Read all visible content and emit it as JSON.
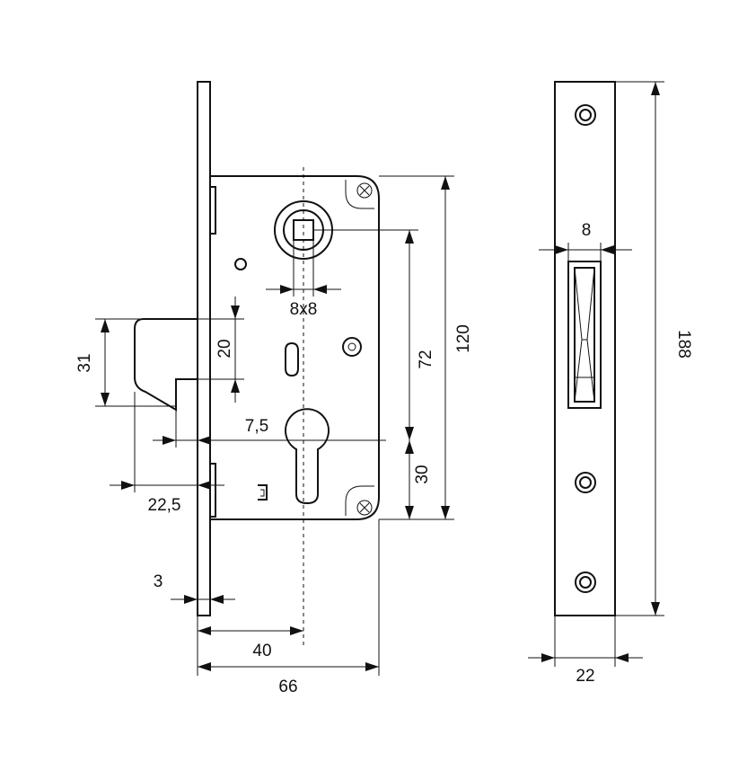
{
  "dimensions": {
    "spindle_square": "8x8",
    "latch_height": "31",
    "latch_offset": "20",
    "backset_cyl": "7,5",
    "latch_projection": "22,5",
    "faceplate_thickness": "3",
    "backset": "40",
    "case_depth": "66",
    "centre_distance": "72",
    "case_height": "120",
    "cylinder_below": "30",
    "faceplate_length": "188",
    "faceplate_width": "22",
    "slot_width": "8"
  }
}
